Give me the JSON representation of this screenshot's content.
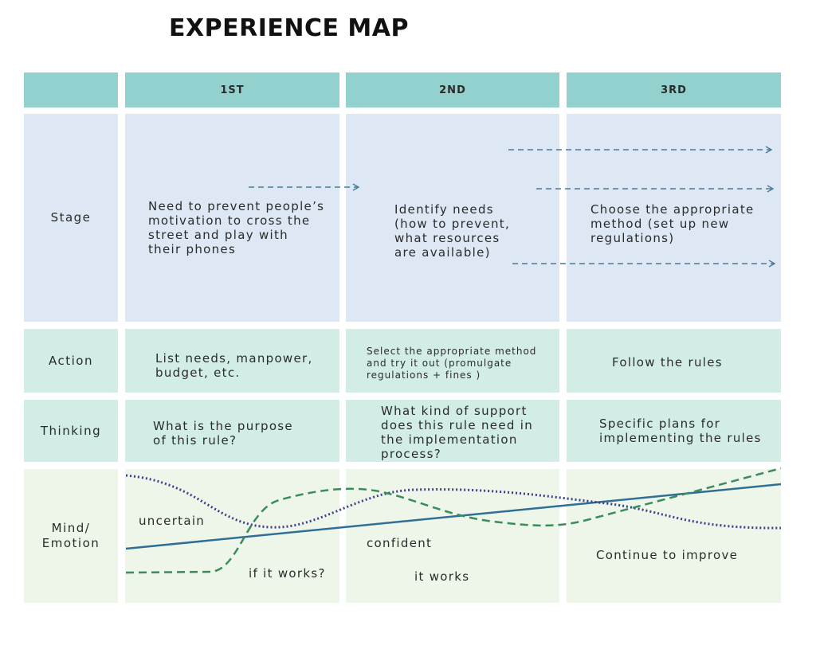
{
  "title": "EXPERIENCE MAP",
  "columns": [
    "1ST",
    "2ND",
    "3RD"
  ],
  "rows": {
    "stage": {
      "label": "Stage",
      "cells": [
        "Need to prevent people’s\nmotivation to cross the\nstreet and play with\ntheir phones",
        "Identify needs\n(how to prevent,\nwhat resources\nare available)",
        "Choose the appropriate\nmethod (set up new\nregulations)"
      ]
    },
    "action": {
      "label": "Action",
      "cells": [
        "List needs, manpower,\nbudget, etc.",
        "Select the appropriate method\nand try it out (promulgate\nregulations + fines )",
        "Follow the rules"
      ]
    },
    "thinking": {
      "label": "Thinking",
      "cells": [
        "What is the purpose\nof this rule?",
        "What kind of support\ndoes this rule need in\nthe implementation\nprocess?",
        "Specific plans for\nimplementing the rules"
      ]
    },
    "emotion": {
      "label": "Mind/\nEmotion",
      "notes": [
        "uncertain",
        "if it works?",
        "confident",
        "it works",
        "Continue to improve"
      ]
    }
  },
  "colors": {
    "header": "#92d1cd",
    "stage": "#dde8f4",
    "action_thinking": "#d2ede6",
    "emotion": "#eef6e9",
    "arrow": "#4a7a9a",
    "solid_line": "#2f6f97",
    "dashed_line": "#3a8c5a",
    "dotted_line": "#3d3f8f"
  }
}
